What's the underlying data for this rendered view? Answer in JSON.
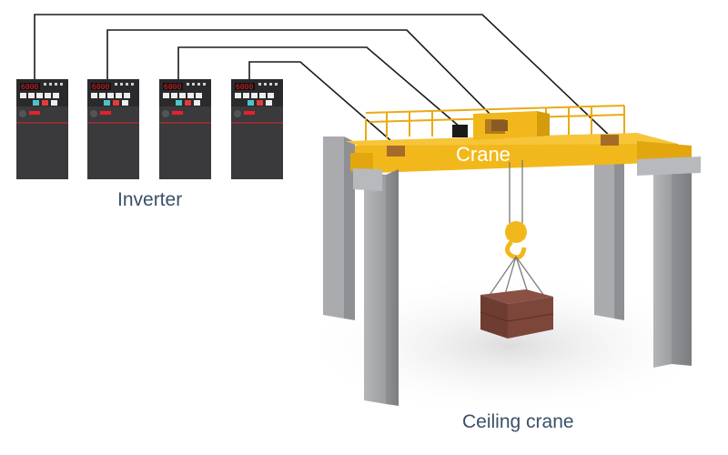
{
  "labels": {
    "inverter": "Inverter",
    "crane": "Crane",
    "ceiling_crane": "Ceiling crane"
  },
  "inverter_display": "6000",
  "colors": {
    "crane_yellow": "#f2b81b",
    "pillar_gray": "#a7a9ac",
    "inverter_body": "#3a3a3c",
    "display_red": "#e8202a",
    "wire": "#1a1a1a",
    "label_blue": "#3a5068"
  }
}
